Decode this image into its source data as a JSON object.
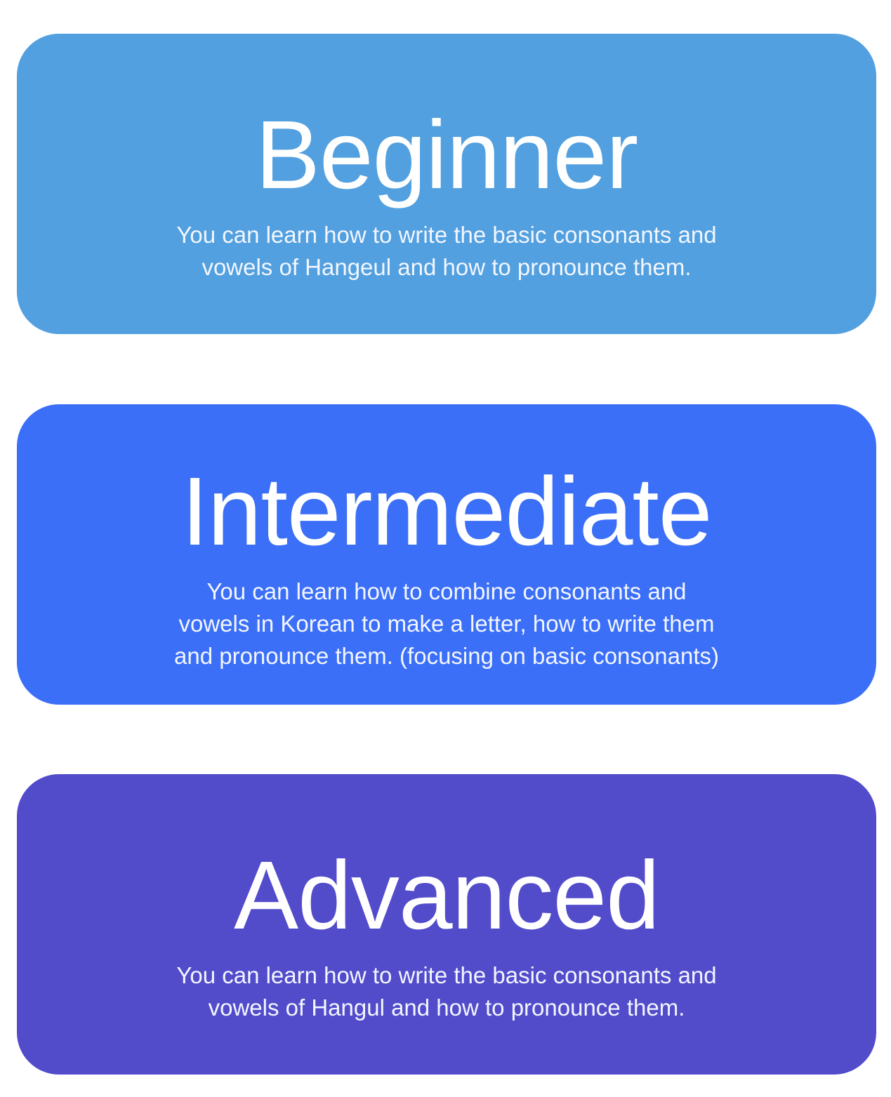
{
  "levels": [
    {
      "id": "beginner",
      "title": "Beginner",
      "description": "You can learn how to write the basic consonants and\nvowels of Hangeul and how to pronounce them.",
      "color": "#52a0df"
    },
    {
      "id": "intermediate",
      "title": "Intermediate",
      "description": "You can learn how to combine consonants and\nvowels in Korean to make a letter, how to write them\nand pronounce them. (focusing on basic consonants)",
      "color": "#3b6ff8"
    },
    {
      "id": "advanced",
      "title": "Advanced",
      "description": "You can learn how to write the basic consonants and\nvowels of Hangul and how to pronounce them.",
      "color": "#524ccb"
    }
  ]
}
